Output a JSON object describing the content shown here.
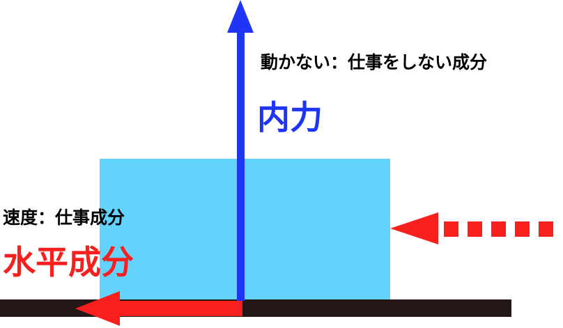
{
  "labels": {
    "top_note": "動かない：仕事をしない成分",
    "internal_force": "内力",
    "left_note": "速度：仕事成分",
    "horizontal_component": "水平成分"
  },
  "colors": {
    "block": "#62d3fd",
    "floor": "#231815",
    "vertical_arrow": "#1f35f5",
    "horizontal_arrow": "#f81f1f",
    "black_text": "#000000"
  }
}
